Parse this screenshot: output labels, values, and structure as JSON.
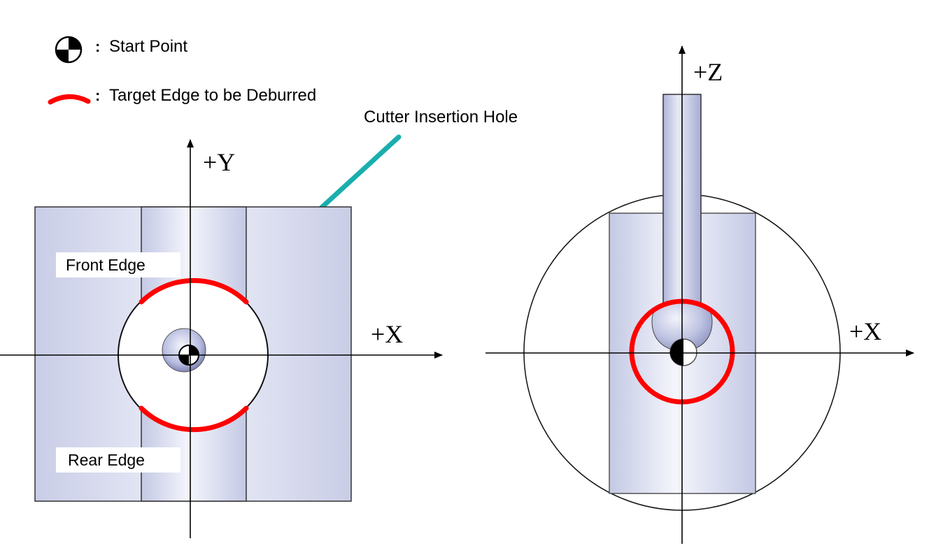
{
  "legend": {
    "start_point": {
      "label": "Start Point",
      "separator": ":",
      "icon": "start-point-icon"
    },
    "target_edge": {
      "label": "Target Edge to be Deburred",
      "separator": ":",
      "icon": "red-arc-icon"
    }
  },
  "callout": {
    "label": "Cutter Insertion Hole",
    "color": "#1aaeae"
  },
  "top_view": {
    "axis_y": "+Y",
    "axis_x": "+X",
    "front_edge_label": "Front Edge",
    "rear_edge_label": "Rear Edge"
  },
  "side_view": {
    "axis_z": "+Z",
    "axis_x": "+X"
  },
  "colors": {
    "edge": "#ff0000",
    "arrow": "#1aaeae",
    "body_fill": "#dde1f2",
    "outline": "#222222"
  }
}
